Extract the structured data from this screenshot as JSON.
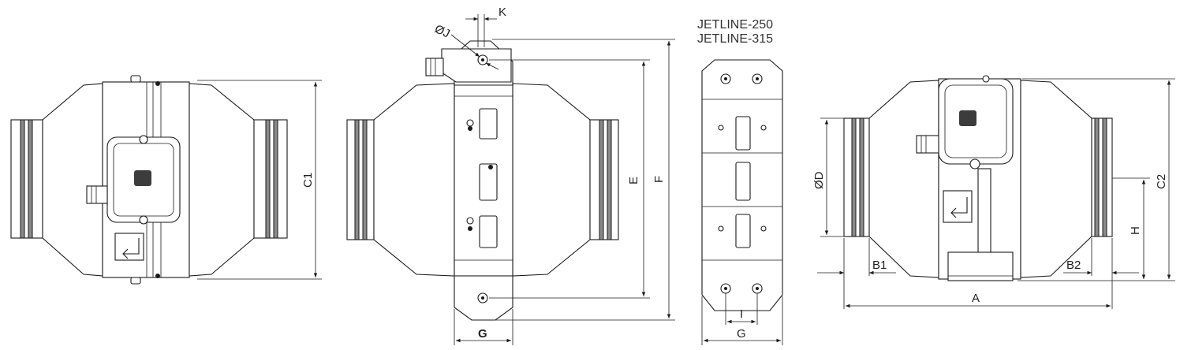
{
  "models": [
    "JETLINE-250",
    "JETLINE-315"
  ],
  "dimension_labels": {
    "A": "A",
    "B1": "B1",
    "B2": "B2",
    "C1": "C1",
    "C2": "C2",
    "D": "ØD",
    "E": "E",
    "F": "F",
    "G": "G",
    "H": "H",
    "I": "I",
    "J": "ØJ",
    "K": "K"
  }
}
